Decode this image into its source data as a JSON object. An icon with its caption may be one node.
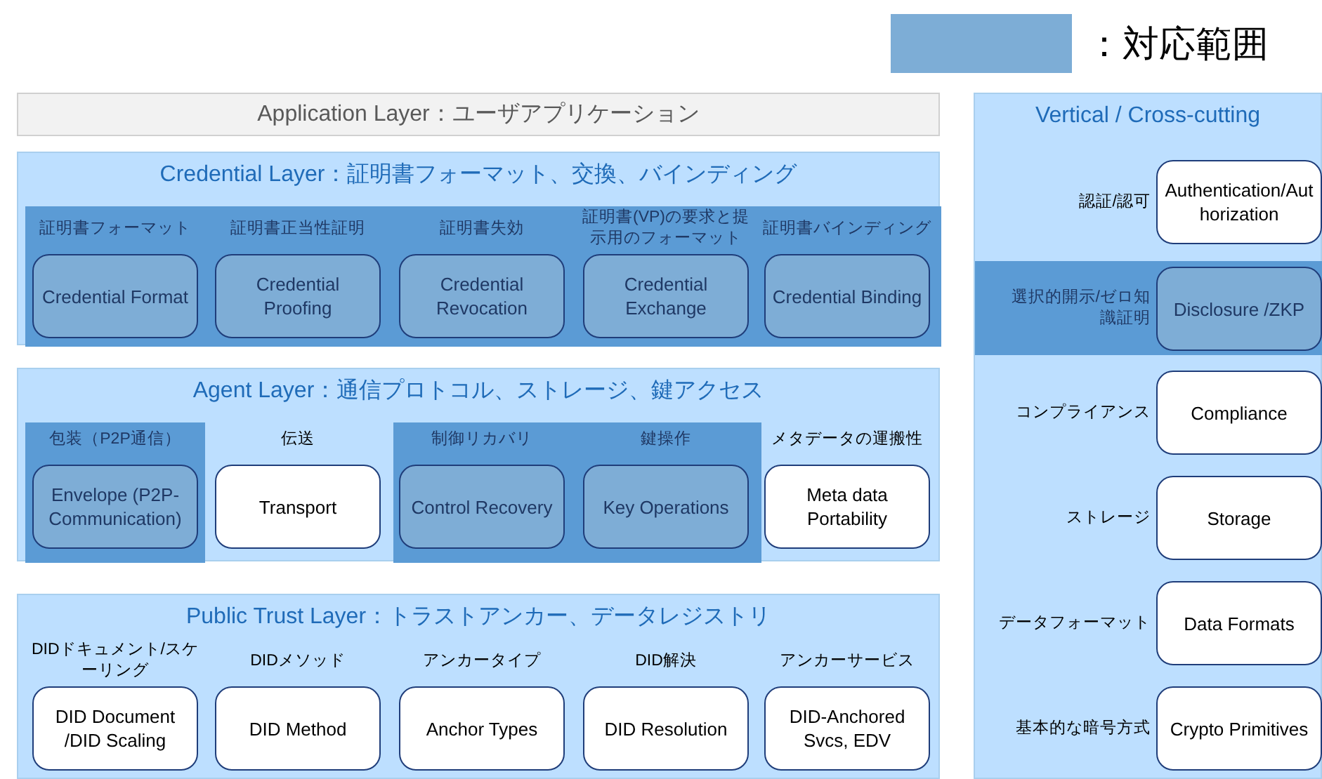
{
  "diagram": {
    "nodes": [
      {
        "text": [
          "Application Layer：ユーザアプリケーション"
        ]
      },
      {
        "text": [
          "Credential Layer：証明書フォーマット、交換、バインディング"
        ]
      },
      {
        "text": [],
        "shape": "box",
        "in": 1
      },
      {
        "text": [
          "Credential Format"
        ],
        "beside": [
          "証明書フォーマット"
        ],
        "in": 2
      },
      {
        "text": [
          "Credential Proofing"
        ],
        "beside": [
          "証明書正当性証明"
        ],
        "in": 2
      },
      {
        "text": [
          "Credential Revocation"
        ],
        "beside": [
          "証明書失効"
        ],
        "in": 2
      },
      {
        "text": [
          "Credential Exchange"
        ],
        "beside": [
          "証明書(VP)の要求と提示用のフォーマット"
        ],
        "in": 2
      },
      {
        "text": [
          "Credential Binding"
        ],
        "beside": [
          "証明書バインディング"
        ],
        "in": 2
      },
      {
        "text": [
          "Agent Layer：通信プロトコル、ストレージ、鍵アクセス"
        ]
      },
      {
        "text": [],
        "shape": "box",
        "in": 8
      },
      {
        "text": [
          "Envelope (P2P-Communication)"
        ],
        "beside": [
          "包装（P2P通信）"
        ],
        "in": 9
      },
      {
        "text": [
          "Transport"
        ],
        "beside": [
          "伝送"
        ],
        "in": 8
      },
      {
        "text": [],
        "shape": "box",
        "in": 8
      },
      {
        "text": [
          "Control Recovery"
        ],
        "beside": [
          "制御リカバリ"
        ],
        "in": 12
      },
      {
        "text": [
          "Key Operations"
        ],
        "beside": [
          "鍵操作"
        ],
        "in": 12
      },
      {
        "text": [
          "Meta data Portability"
        ],
        "beside": [
          "メタデータの運搬性"
        ],
        "in": 8
      },
      {
        "text": [
          "Public Trust Layer：トラストアンカー、データレジストリ"
        ]
      },
      {
        "text": [
          "DID Document /DID Scaling"
        ],
        "beside": [
          "DIDドキュメント/スケーリング"
        ],
        "in": 16
      },
      {
        "text": [
          "DID Method"
        ],
        "beside": [
          "DIDメソッド"
        ],
        "in": 16
      },
      {
        "text": [
          "Anchor Types"
        ],
        "beside": [
          "アンカータイプ"
        ],
        "in": 16
      },
      {
        "text": [
          "DID Resolution"
        ],
        "beside": [
          "DID解決"
        ],
        "in": 16
      },
      {
        "text": [
          "DID-Anchored Svcs, EDV"
        ],
        "beside": [
          "アンカーサービス"
        ],
        "in": 16
      },
      {
        "text": [
          "Vertical / Cross-cutting"
        ]
      },
      {
        "text": [
          "Authentication/Authorization"
        ],
        "beside": [
          "認証/認可"
        ],
        "in": 22
      },
      {
        "text": [],
        "shape": "box",
        "in": 22
      },
      {
        "text": [
          "Disclosure /ZKP"
        ],
        "beside": [
          "選択的開示/ゼロ知識証明"
        ],
        "in": 24
      },
      {
        "text": [
          "Compliance"
        ],
        "beside": [
          "コンプライアンス"
        ],
        "in": 22
      },
      {
        "text": [
          "Storage"
        ],
        "beside": [
          "ストレージ"
        ],
        "in": 22
      },
      {
        "text": [
          "Data Formats"
        ],
        "beside": [
          "データフォーマット"
        ],
        "in": 22
      },
      {
        "text": [
          "Crypto Primitives"
        ],
        "beside": [
          "基本的な暗号方式"
        ],
        "in": 22
      }
    ],
    "edges": [],
    "legend": [
      {
        "text": "：対応範囲",
        "color": "#7dadd6"
      }
    ]
  }
}
